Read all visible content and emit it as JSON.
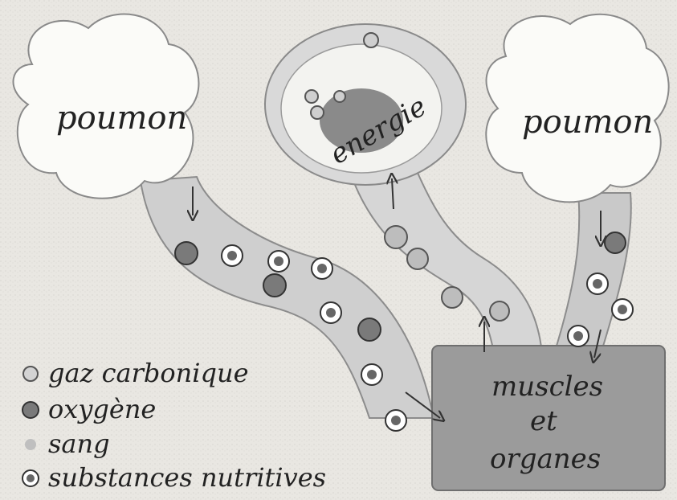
{
  "labels": {
    "lung_left": "poumon",
    "lung_right": "poumon",
    "energy": "energie",
    "muscles": [
      "muscles",
      "et",
      "organes"
    ]
  },
  "legend": [
    {
      "label": "gaz carbonique",
      "symbol": "co2-dot"
    },
    {
      "label": "oxygène",
      "symbol": "oxygen-dot"
    },
    {
      "label": "sang",
      "symbol": "blood-dot"
    },
    {
      "label": "substances nutritives",
      "symbol": "nutrient-dot"
    }
  ],
  "colors": {
    "paper": "#f4f2ee",
    "cloud": "#fdfdfb",
    "stroke": "#7d7d7d",
    "tube": "#cfcfcf",
    "muscle": "#9b9b9b",
    "energy_core": "#8a8a8a"
  }
}
